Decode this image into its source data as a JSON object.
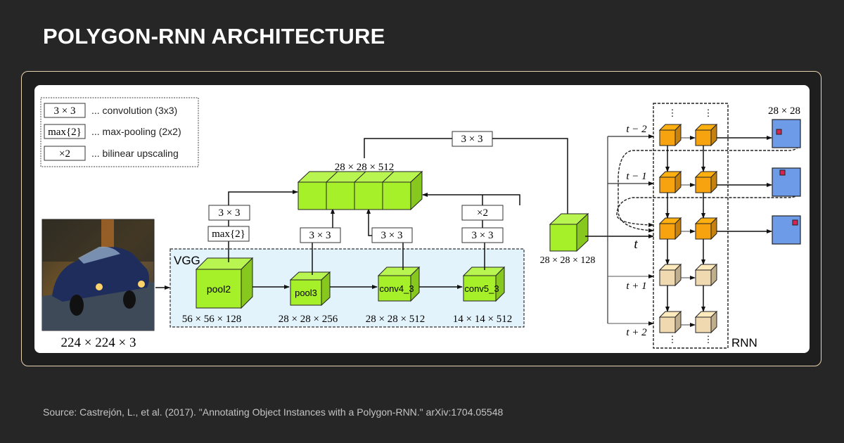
{
  "page": {
    "title": "POLYGON-RNN ARCHITECTURE",
    "source": "Source: Castrejón, L., et al. (2017). \"Annotating Object Instances with a Polygon-RNN.\" arXiv:1704.05548"
  },
  "legend": {
    "items": [
      {
        "symbol": "3 × 3",
        "description": "... convolution (3x3)"
      },
      {
        "symbol": "max{2}",
        "description": "... max-pooling (2x2)"
      },
      {
        "symbol": "×2",
        "description": "... bilinear upscaling"
      }
    ]
  },
  "input": {
    "label": "224 × 224 × 3",
    "image_alt": "car-photo"
  },
  "vgg": {
    "label": "VGG",
    "blocks": [
      {
        "name": "pool2",
        "dims": "56 × 56 × 128"
      },
      {
        "name": "pool3",
        "dims": "28 × 28 × 256"
      },
      {
        "name": "conv4_3",
        "dims": "28 × 28 × 512"
      },
      {
        "name": "conv5_3",
        "dims": "14 × 14 × 512"
      }
    ]
  },
  "skip_ops": {
    "pool2_upper": "3 × 3",
    "pool2_lower": "max{2}",
    "pool3": "3 × 3",
    "conv4_3": "3 × 3",
    "conv5_3_upper": "×2",
    "conv5_3_lower": "3 × 3"
  },
  "concat": {
    "dims": "28 × 28 × 512",
    "top_op": "3 × 3"
  },
  "feature": {
    "dims": "28 × 28 × 128"
  },
  "rnn": {
    "label": "RNN",
    "timesteps": [
      "t − 2",
      "t − 1",
      "t",
      "t + 1",
      "t + 2"
    ],
    "output_dims": "28 × 28",
    "ellipsis": "⋮"
  },
  "colors": {
    "background": "#262626",
    "frame_border": "#e8d3b0",
    "vgg_fill": "#e3f3fb",
    "green_cube": "#a6f02a",
    "orange_cube": "#f7a30f",
    "tan_cube": "#f0d9b0",
    "output_grid": "#6d9be8",
    "vertex": "#d6264d"
  }
}
